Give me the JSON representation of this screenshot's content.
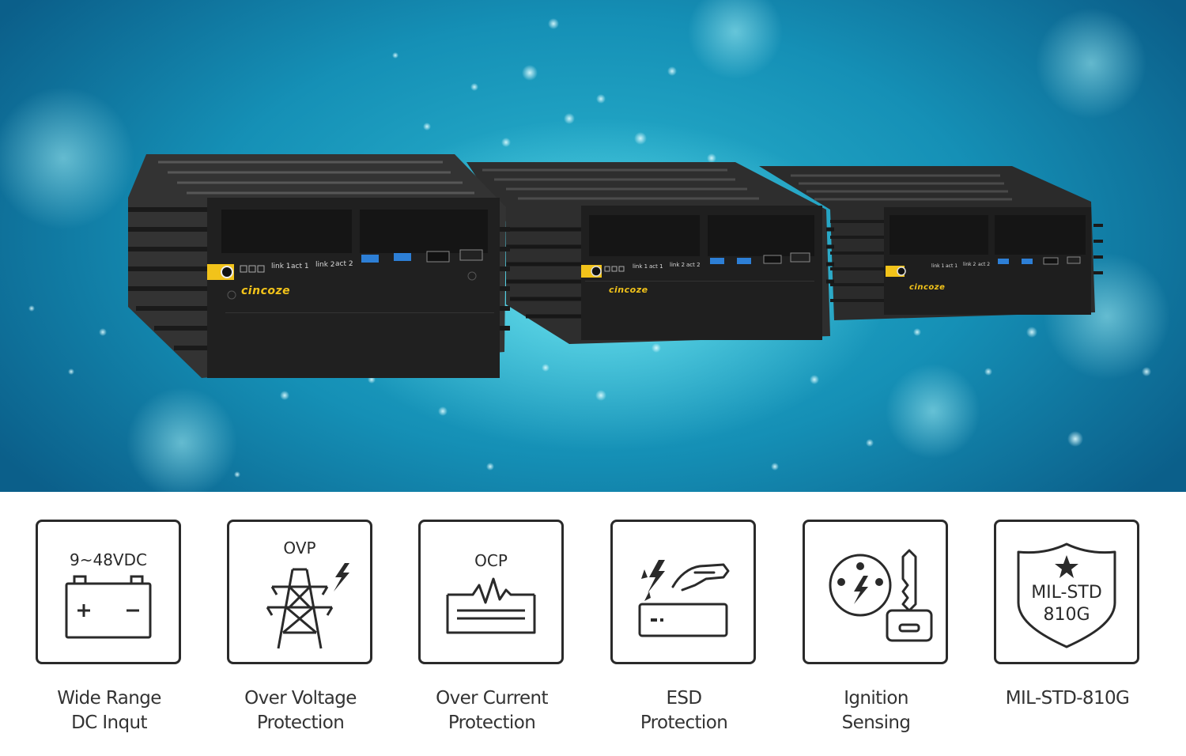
{
  "hero": {
    "brand_logo": "cincoze",
    "port_labels": {
      "link1": "link 1",
      "act1": "act 1",
      "link2": "link 2",
      "act2": "act 2"
    },
    "colors": {
      "accent": "#f2c31a",
      "background": "#1a9cc0",
      "chassis": "#2c2c2c"
    }
  },
  "features": [
    {
      "icon": "battery-icon",
      "icon_text": "9~48VDC",
      "line1": "Wide Range",
      "line2": "DC Inqut"
    },
    {
      "icon": "power-tower-icon",
      "icon_text": "OVP",
      "line1": "Over Voltage",
      "line2": "Protection"
    },
    {
      "icon": "current-pulse-icon",
      "icon_text": "OCP",
      "line1": "Over Current",
      "line2": "Protection"
    },
    {
      "icon": "esd-hand-icon",
      "icon_text": "",
      "line1": "ESD",
      "line2": "Protection"
    },
    {
      "icon": "ignition-key-icon",
      "icon_text": "",
      "line1": "Ignition",
      "line2": "Sensing"
    },
    {
      "icon": "shield-star-icon",
      "icon_text_line1": "MIL-STD",
      "icon_text_line2": "810G",
      "line1": "MIL-STD-810G",
      "line2": ""
    }
  ]
}
